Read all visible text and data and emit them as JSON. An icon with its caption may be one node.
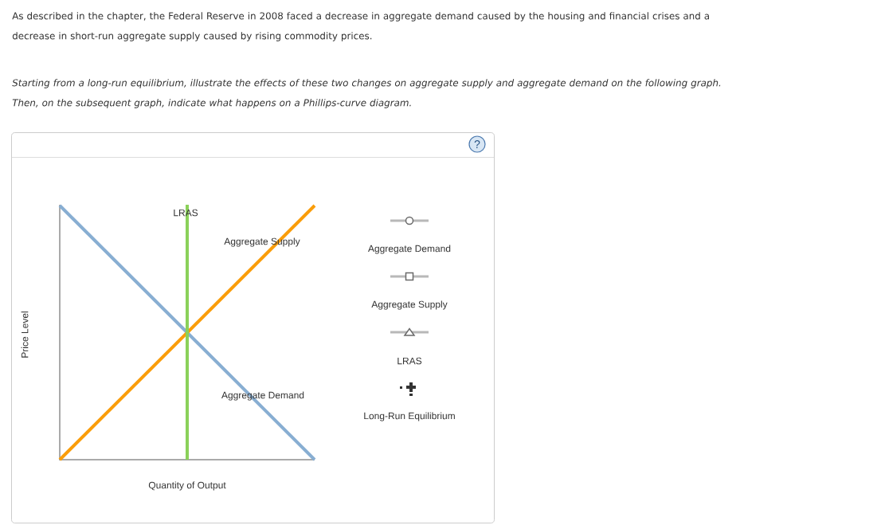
{
  "diagram": {
    "labels": [
      "As described in the chapter, the Federal Reserve in 2008 faced a decrease in aggregate demand caused by the housing and financial crises and a decrease in short-run aggregate supply caused by rising commodity prices.",
      "Starting from a long-run equilibrium, illustrate the effects of these two changes on aggregate supply and aggregate demand on the following graph. Then, on the subsequent graph, indicate what happens on a Phillips-curve diagram.",
      "?",
      "LRAS",
      "Aggregate Supply",
      "Price Level",
      "Aggregate Demand",
      "Quantity of Output"
    ],
    "legend": [
      {
        "text": "Aggregate Demand"
      },
      {
        "text": "Aggregate Supply"
      },
      {
        "text": "LRAS"
      },
      {
        "text": "Long-Run Equilibrium"
      }
    ]
  }
}
